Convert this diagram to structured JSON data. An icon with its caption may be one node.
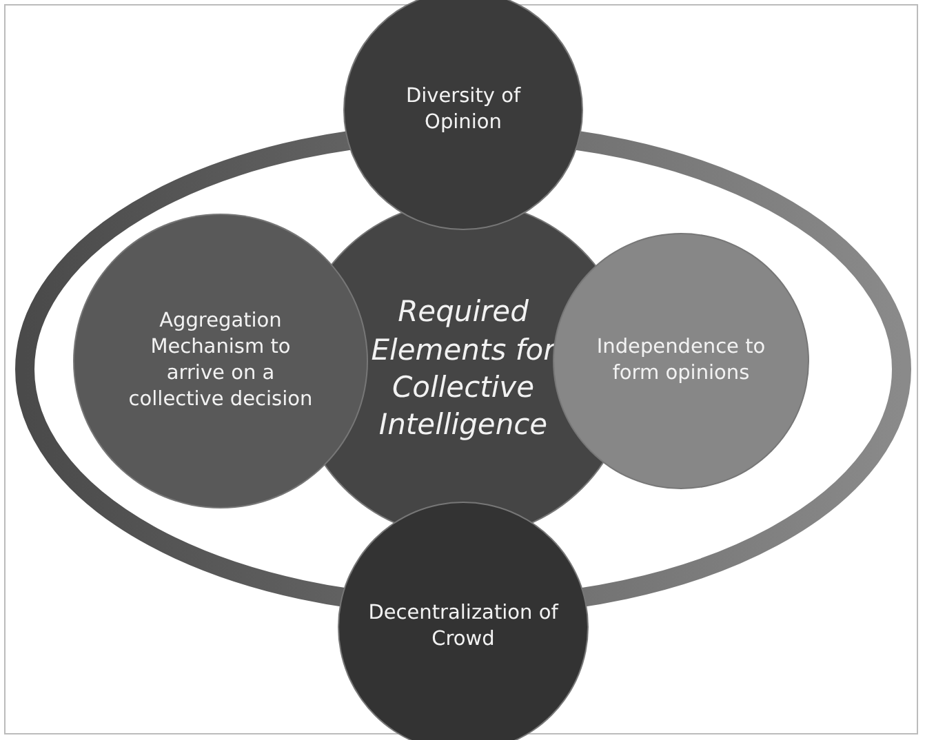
{
  "diagram": {
    "nodes": [
      {
        "text": [
          "Diversity of Opinion"
        ]
      },
      {
        "text": [
          "Aggregation Mechanism to arrive on a collective decision"
        ]
      },
      {
        "text": [
          "Required Elements for Collective Intelligence"
        ]
      },
      {
        "text": [
          "Independence to form opinions"
        ]
      },
      {
        "text": [
          "Decentralization of Crowd"
        ]
      }
    ]
  }
}
